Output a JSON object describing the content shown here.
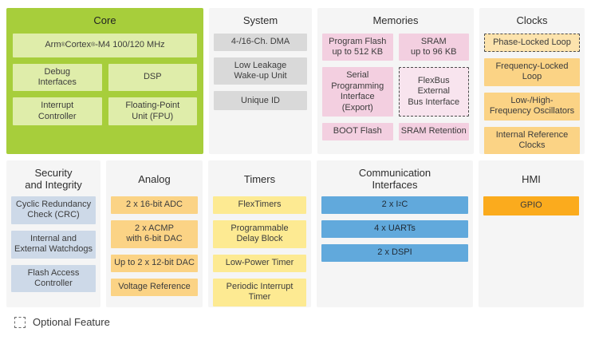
{
  "colors": {
    "lime": "#a7ce3b",
    "lime_light": "#dfedaa",
    "panel": "#f5f5f5",
    "gray": "#d9d9d9",
    "pink": "#f3cfe0",
    "pink_light": "#f8e4ee",
    "amber": "#fbd385",
    "amber_light": "#fce3ad",
    "pale_yellow": "#fdea92",
    "blue": "#61a9dc",
    "orange": "#fbab1d",
    "steel": "#cdd9e8"
  },
  "diagram": {
    "core": {
      "title": "Core",
      "cpu": {
        "t1": "Arm",
        "s1": "®",
        "t2": " Cortex",
        "s2": "®",
        "t3": "-M4 100/120 MHz"
      },
      "blocks": {
        "debug": "Debug\nInterfaces",
        "dsp": "DSP",
        "interrupt": "Interrupt\nController",
        "fpu": "Floating-Point\nUnit (FPU)"
      }
    },
    "system": {
      "title": "System",
      "blocks": {
        "dma": "4-/16-Ch. DMA",
        "llwu": "Low Leakage\nWake-up Unit",
        "uid": "Unique ID"
      }
    },
    "memories": {
      "title": "Memories",
      "blocks": {
        "program_flash": "Program Flash\nup to 512 KB",
        "sram": "SRAM\nup to 96 KB",
        "serial_programming": "Serial Programming\nInterface (Export)",
        "flexbus": "FlexBus External\nBus Interface",
        "boot_flash": "BOOT Flash",
        "sram_retention": "SRAM Retention"
      }
    },
    "clocks": {
      "title": "Clocks",
      "blocks": {
        "pll": "Phase-Locked Loop",
        "fll": "Frequency-Locked\nLoop",
        "osc": "Low-/High-\nFrequency Oscillators",
        "irc": "Internal Reference\nClocks"
      }
    },
    "security": {
      "title": "Security\nand Integrity",
      "blocks": {
        "crc": "Cyclic Redundancy\nCheck (CRC)",
        "watchdogs": "Internal and\nExternal Watchdogs",
        "fac": "Flash Access\nController"
      }
    },
    "analog": {
      "title": "Analog",
      "blocks": {
        "adc": "2 x 16-bit ADC",
        "acmp": "2 x ACMP\nwith 6-bit DAC",
        "dac": "Up to 2 x 12-bit DAC",
        "vref": "Voltage Reference"
      }
    },
    "timers": {
      "title": "Timers",
      "blocks": {
        "flextimers": "FlexTimers",
        "pdb": "Programmable\nDelay Block",
        "lptmr": "Low-Power Timer",
        "pit": "Periodic Interrupt\nTimer"
      }
    },
    "comm": {
      "title": "Communication\nInterfaces",
      "i2c": {
        "t1": "2 x I",
        "s": "2",
        "t2": "C"
      },
      "blocks": {
        "uarts": "4 x UARTs",
        "dspi": "2 x DSPI"
      }
    },
    "hmi": {
      "title": "HMI",
      "blocks": {
        "gpio": "GPIO"
      }
    }
  },
  "legend": {
    "label": "Optional Feature"
  }
}
